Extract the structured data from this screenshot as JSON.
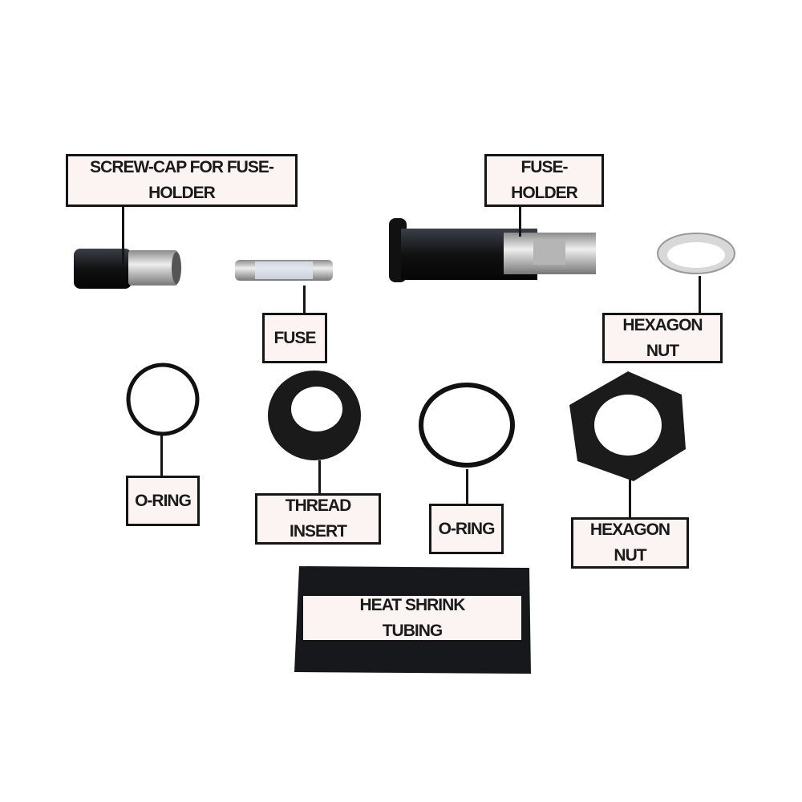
{
  "title": "Fuse-holder kit parts",
  "labels": {
    "screw_cap": "SCREW-CAP FOR FUSE-\nHOLDER",
    "fuse": "FUSE",
    "fuse_holder": "FUSE-\nHOLDER",
    "hex_nut_small": "HEXAGON\nNUT",
    "o_ring_small": "O-RING",
    "thread_insert": "THREAD\nINSERT",
    "o_ring_large": "O-RING",
    "hex_nut_large": "HEXAGON\nNUT",
    "heat_shrink": "HEAT SHRINK\nTUBING"
  },
  "colors": {
    "part_black": "#141414",
    "metal": "#c9c9c9",
    "label_bg": "#fcf3f3"
  }
}
